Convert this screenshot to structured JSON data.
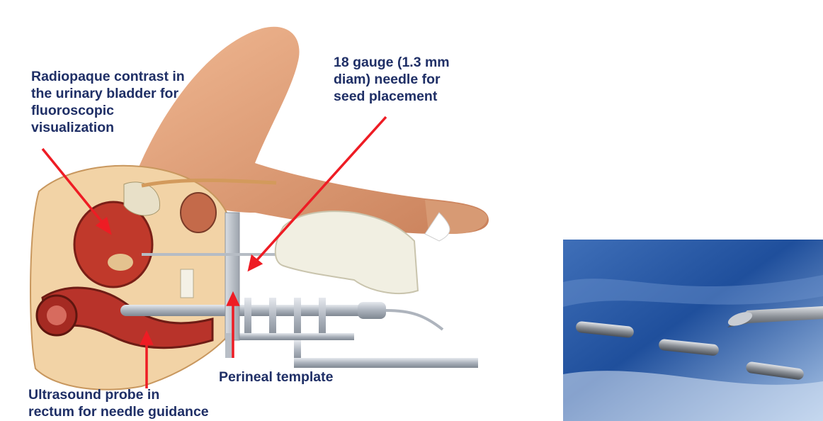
{
  "illustration": {
    "labels": {
      "bladder_contrast": [
        "Radiopaque contrast in",
        "the urinary bladder for",
        "fluoroscopic",
        "visualization"
      ],
      "needle": [
        "18 gauge (1.3 mm",
        "diam) needle for",
        "seed placement"
      ],
      "template": [
        "Perineal template"
      ],
      "ultrasound": [
        "Ultrasound probe in",
        "rectum for needle guidance"
      ]
    },
    "colors": {
      "label_text": "#1f2f66",
      "arrow": "#ee1c24",
      "skin": "#e3a27c",
      "tissue": "#c0392b",
      "glove": "#f1efe2",
      "metal": "#b9bfc8"
    }
  },
  "photo": {
    "subject": "brachytherapy seeds beside needle tip",
    "colors": {
      "background": "#1f4f9c",
      "seed": "#8a8f96"
    }
  }
}
